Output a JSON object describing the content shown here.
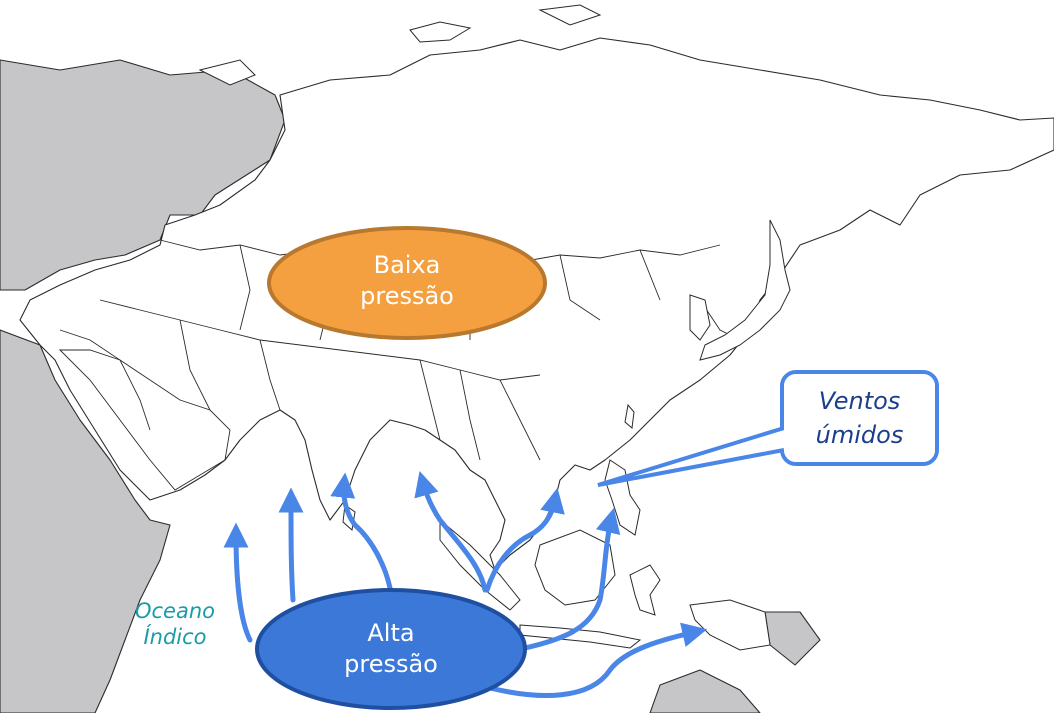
{
  "labels": {
    "low_pressure": "Baixa\npressão",
    "high_pressure": "Alta\npressão",
    "callout": "Ventos\númidos",
    "ocean": "Oceano\nÍndico"
  },
  "colors": {
    "low_pressure_fill": "#F5A040",
    "low_pressure_stroke": "#B8782E",
    "high_pressure_fill": "#3C78D8",
    "high_pressure_stroke": "#1F4FA0",
    "wind_arrows": "#4A86E8",
    "callout_border": "#4A86E8",
    "callout_text": "#1C3F8C",
    "ocean_text": "#1A9BA8",
    "africa_europe_land": "#C6C6C9"
  },
  "icons": [
    "wind-arrow"
  ]
}
